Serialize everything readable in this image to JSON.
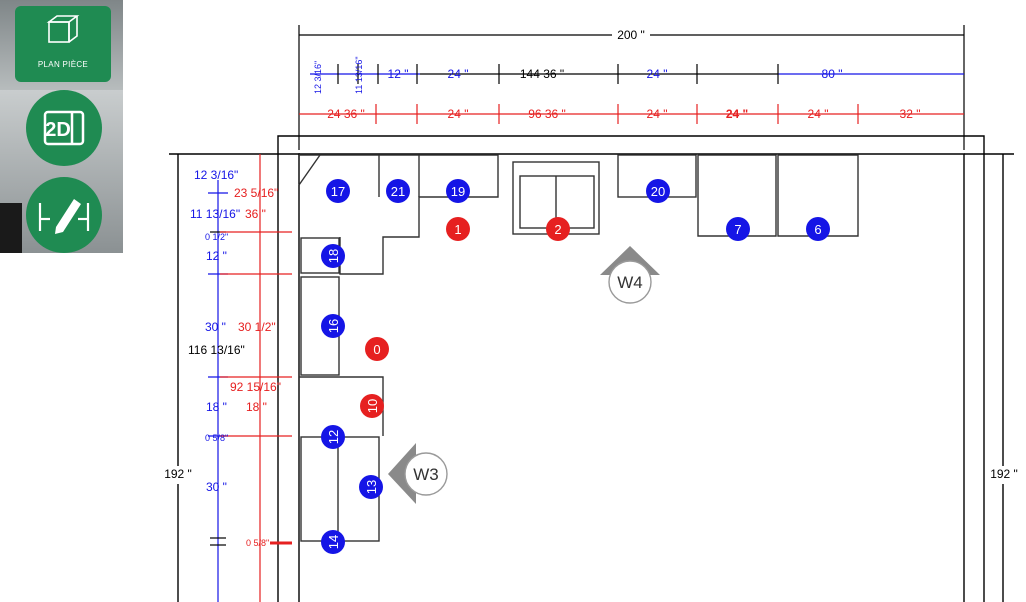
{
  "sidebar": {
    "plan_piece": "PLAN PIÈCE",
    "view_2d": "2D",
    "icons": [
      "cube-outline-icon",
      "view-2d-icon",
      "measure-pencil-icon"
    ]
  },
  "dimensions": {
    "total_width": "200 \"",
    "height_left": "192 \"",
    "height_right": "192 \"",
    "top_row1": [
      "12 3/16\"",
      "11 13/16\"",
      "12 \"",
      "24 \"",
      "144 36 \"",
      "24 \"",
      "80 \""
    ],
    "top_row2": [
      "24 36 \"",
      "24 \"",
      "96 36 \"",
      "24 \"",
      "24 \"",
      "24 \"",
      "32 \""
    ],
    "left_blue": [
      "12 3/16\"",
      "11 13/16\"",
      "0 1/2\"",
      "12 \"",
      "30 \"",
      "18 \"",
      "0 5/8\"",
      "30 \""
    ],
    "left_red": [
      "23 5/16\"",
      "36 \"",
      "30 1/2\"",
      "92 15/16\"",
      "18 \"",
      "0 5/8\""
    ],
    "left_black": "116 13/16\""
  },
  "markers_blue": [
    "17",
    "21",
    "19",
    "20",
    "7",
    "6",
    "18",
    "16",
    "12",
    "13",
    "14"
  ],
  "markers_red": [
    "1",
    "2",
    "0",
    "10"
  ],
  "walls": [
    "W4",
    "W3"
  ],
  "colors": {
    "green": "#1f8b52",
    "blue": "#1515e6",
    "red": "#e62020"
  }
}
